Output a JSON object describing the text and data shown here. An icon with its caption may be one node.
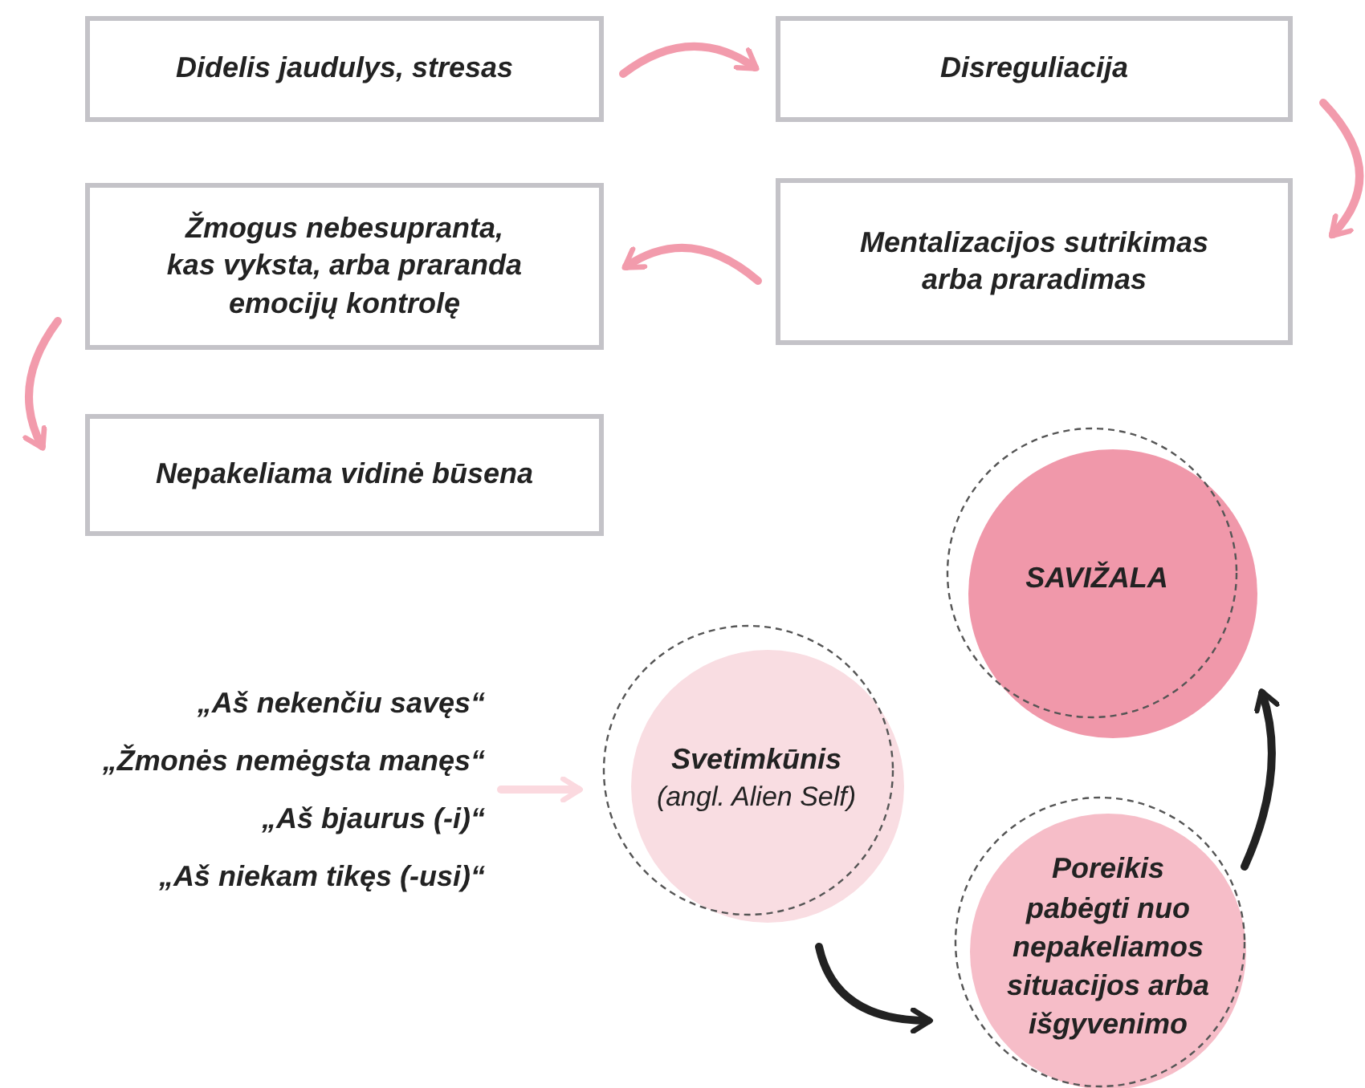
{
  "diagram": {
    "nodes": [
      {
        "text": [
          "Didelis jaudulys, stresas"
        ]
      },
      {
        "text": [
          "Disreguliacija"
        ]
      },
      {
        "text": [
          "Žmogus nebesupranta, kas vyksta, arba praranda emocijų kontrolę"
        ]
      },
      {
        "text": [
          "Mentalizacijos sutrikimas arba praradimas"
        ]
      },
      {
        "text": [
          "Nepakeliama vidinė būsena"
        ]
      },
      {
        "text": [
          "„Aš nekenčiu savęs“",
          "„Žmonės nemėgsta manęs“",
          "„Aš bjaurus (-i)“",
          "„Aš niekam tikęs (-usi)“"
        ]
      },
      {
        "text": [
          "Svetimkūnis",
          "(angl. Alien Self)"
        ]
      },
      {
        "text": [
          "SAVIŽALA"
        ]
      },
      {
        "text": [
          "Poreikis pabėgti nuo nepakeliamos situacijos arba išgyvenimo"
        ]
      }
    ],
    "edges": [
      {
        "from": 0,
        "to": 1,
        "arrow": "to"
      },
      {
        "from": 1,
        "to": 3,
        "arrow": "to"
      },
      {
        "from": 3,
        "to": 2,
        "arrow": "to"
      },
      {
        "from": 2,
        "to": 4,
        "arrow": "to"
      },
      {
        "from": 5,
        "to": 6,
        "arrow": "to",
        "color": "#fbd9df"
      },
      {
        "from": 6,
        "to": 8,
        "arrow": "to",
        "color": "#222222"
      },
      {
        "from": 8,
        "to": 7,
        "arrow": "to",
        "color": "#222222"
      }
    ]
  }
}
